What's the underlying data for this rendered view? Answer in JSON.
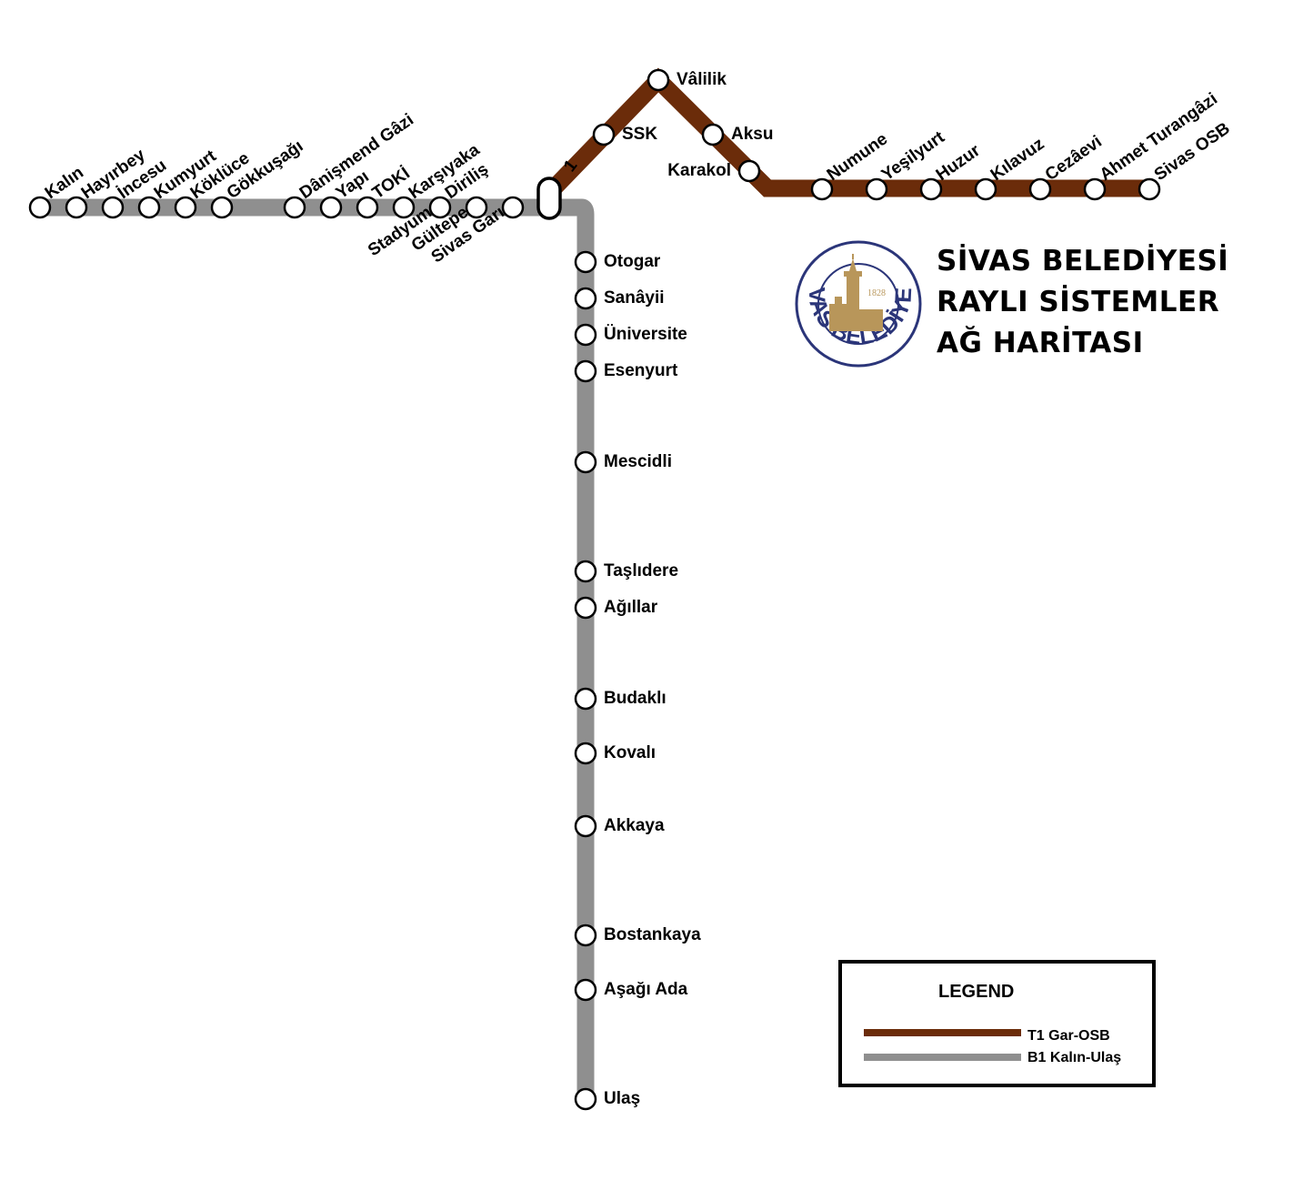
{
  "title": {
    "line1": "SİVAS BELEDİYESİ",
    "line2": "RAYLI SİSTEMLER",
    "line3": "AĞ HARİTASI"
  },
  "logo": {
    "arc_text": "SİVAS BELEDİYESİ",
    "year": "1828",
    "ring_color": "#2b3579",
    "gold_color": "#b8965a"
  },
  "lines": {
    "t1": {
      "name": "T1 Gar-OSB",
      "color": "#6b2c0a",
      "junction_label": "1",
      "stations": [
        "SSK",
        "Vâlilik",
        "Aksu",
        "Karakol",
        "Numune",
        "Yeşilyurt",
        "Huzur",
        "Kılavuz",
        "Cezâevi",
        "Ahmet Turangâzi",
        "Sivas OSB"
      ]
    },
    "b1": {
      "name": "B1 Kalın-Ulaş",
      "color": "#8f8f8f",
      "stations_west": [
        "Kalın",
        "Hayırbey",
        "İncesu",
        "Kumyurt",
        "Köklüce",
        "Gökkuşağı",
        "Dânişmend Gâzi",
        "Yapı",
        "TOKİ",
        "Karşıyaka",
        "Diriliş"
      ],
      "stations_west_lower": [
        "Stadyum",
        "Gültepe",
        "Sivas Garı"
      ],
      "stations_south": [
        "Otogar",
        "Sanâyii",
        "Üniversite",
        "Esenyurt",
        "Mescidli",
        "Taşlıdere",
        "Ağıllar",
        "Budaklı",
        "Kovalı",
        "Akkaya",
        "Bostankaya",
        "Aşağı Ada",
        "Ulaş"
      ]
    }
  },
  "legend": {
    "title": "LEGEND",
    "items": [
      "T1 Gar-OSB",
      "B1 Kalın-Ulaş"
    ]
  }
}
